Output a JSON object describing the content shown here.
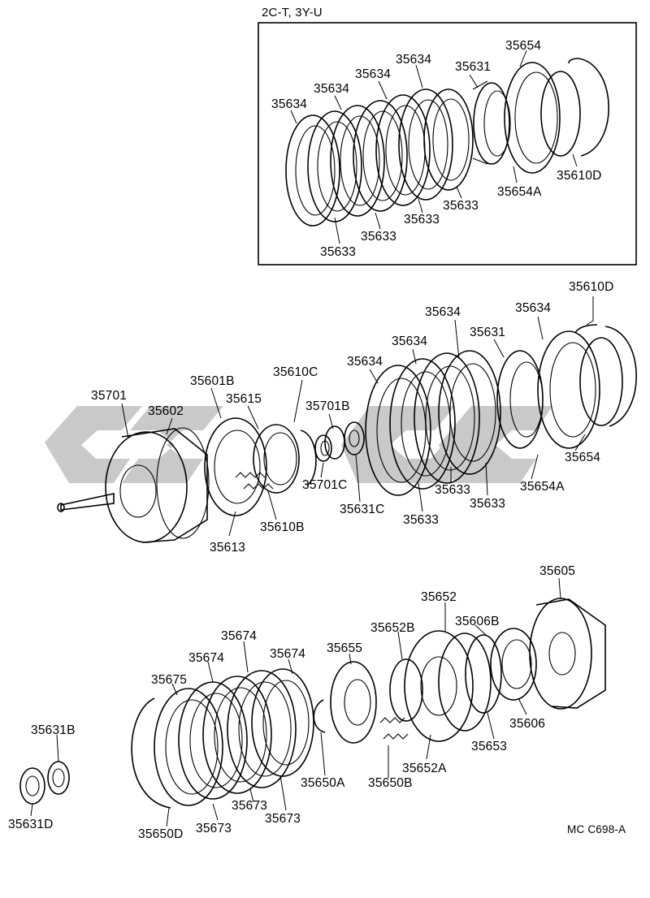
{
  "inset": {
    "header": "2C-T, 3Y-U",
    "labels": {
      "p35654": "35654",
      "p35634_a": "35634",
      "p35631": "35631",
      "p35634_b": "35634",
      "p35634_c": "35634",
      "p35634_d": "35634",
      "p35610D": "35610D",
      "p35654A": "35654A",
      "p35633_a": "35633",
      "p35633_b": "35633",
      "p35633_c": "35633",
      "p35633_d": "35633"
    }
  },
  "middle": {
    "labels": {
      "p35610D": "35610D",
      "p35634_a": "35634",
      "p35634_b": "35634",
      "p35631": "35631",
      "p35634_c": "35634",
      "p35634_d": "35634",
      "p35601B": "35601B",
      "p35610C": "35610C",
      "p35701": "35701",
      "p35615": "35615",
      "p35701B": "35701B",
      "p35602": "35602",
      "p35654": "35654",
      "p35701C": "35701C",
      "p35654A": "35654A",
      "p35633_a": "35633",
      "p35633_b": "35633",
      "p35631C": "35631C",
      "p35610B": "35610B",
      "p35633_c": "35633",
      "p35613": "35613"
    }
  },
  "bottom": {
    "labels": {
      "p35605": "35605",
      "p35652": "35652",
      "p35674_a": "35674",
      "p35652B": "35652B",
      "p35606B": "35606B",
      "p35674_b": "35674",
      "p35655": "35655",
      "p35674_c": "35674",
      "p35675": "35675",
      "p35631B": "35631B",
      "p35606": "35606",
      "p35653": "35653",
      "p35652A": "35652A",
      "p35650A": "35650A",
      "p35650B": "35650B",
      "p35673_a": "35673",
      "p35673_b": "35673",
      "p35673_c": "35673",
      "p35631D": "35631D",
      "p35650D": "35650D"
    }
  },
  "footer": {
    "code": "MC  C698-A"
  }
}
